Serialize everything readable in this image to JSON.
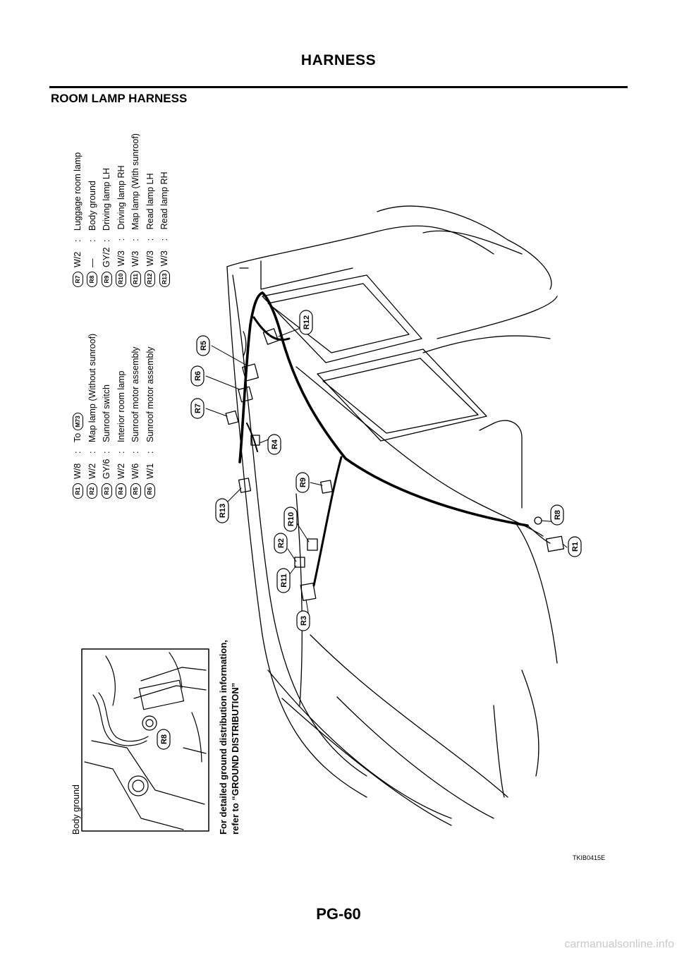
{
  "header": {
    "title": "HARNESS",
    "section": "ROOM LAMP HARNESS"
  },
  "legend_left": [
    {
      "id": "R1",
      "code": "W/8",
      "desc": "To",
      "ref": "M73"
    },
    {
      "id": "R2",
      "code": "W/2",
      "desc": "Map lamp (Without sunroof)"
    },
    {
      "id": "R3",
      "code": "GY/6",
      "desc": "Sunroof switch"
    },
    {
      "id": "R4",
      "code": "W/2",
      "desc": "Interior room lamp"
    },
    {
      "id": "R5",
      "code": "W/6",
      "desc": "Sunroof motor assembly"
    },
    {
      "id": "R6",
      "code": "W/1",
      "desc": "Sunroof motor assembly"
    }
  ],
  "legend_right": [
    {
      "id": "R7",
      "code": "W/2",
      "desc": "Luggage room lamp"
    },
    {
      "id": "R8",
      "code": "—",
      "desc": "Body ground"
    },
    {
      "id": "R9",
      "code": "GY/2",
      "desc": "Driving lamp LH"
    },
    {
      "id": "R10",
      "code": "W/3",
      "desc": "Driving lamp RH"
    },
    {
      "id": "R11",
      "code": "W/3",
      "desc": "Map lamp (With sunroof)"
    },
    {
      "id": "R12",
      "code": "W/3",
      "desc": "Read lamp LH"
    },
    {
      "id": "R13",
      "code": "W/3",
      "desc": "Read lamp RH"
    }
  ],
  "inset": {
    "label": "Body ground",
    "callout": "R8"
  },
  "ground_note": {
    "line1": "For detailed ground distribution information,",
    "line2": "refer to “GROUND DISTRIBUTION”"
  },
  "callouts": {
    "r1": "R1",
    "r2": "R2",
    "r3": "R3",
    "r4": "R4",
    "r5": "R5",
    "r6": "R6",
    "r7": "R7",
    "r8": "R8",
    "r9": "R9",
    "r10": "R10",
    "r11": "R11",
    "r12": "R12",
    "r13": "R13"
  },
  "figure_id": "TKIB0415E",
  "page_number": "PG-60",
  "watermark": "carmanualsonline.info"
}
